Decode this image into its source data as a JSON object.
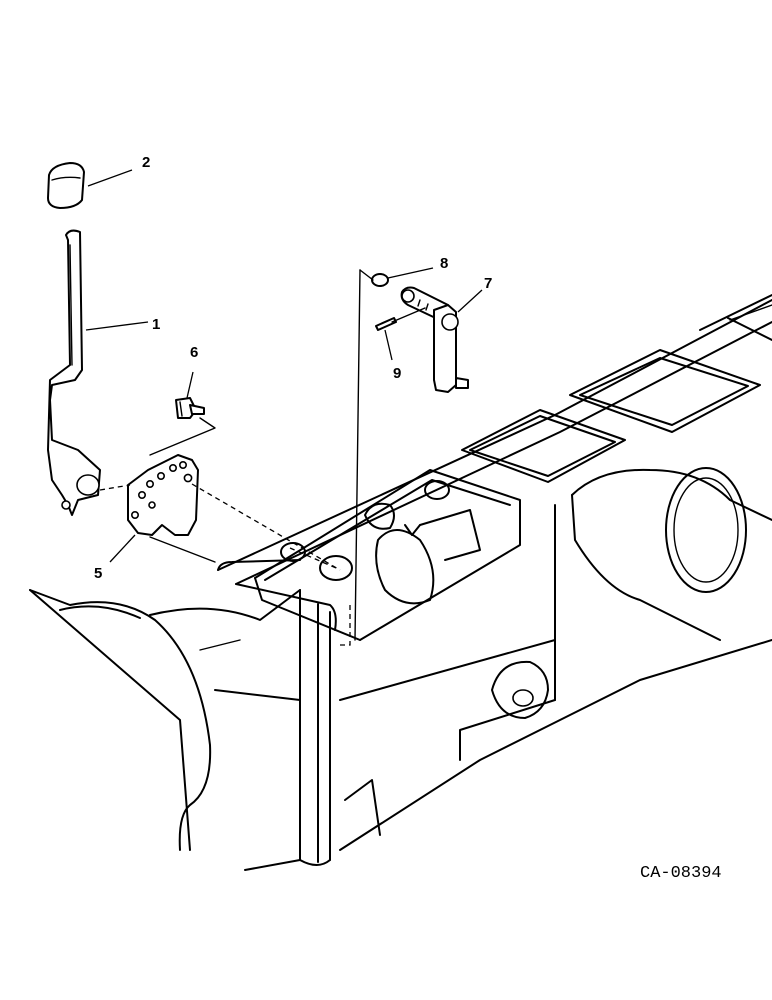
{
  "figure_id": "CA-08394",
  "callouts": [
    {
      "label": "2"
    },
    {
      "label": "1"
    },
    {
      "label": "6"
    },
    {
      "label": "5"
    },
    {
      "label": "8"
    },
    {
      "label": "7"
    },
    {
      "label": "9"
    }
  ]
}
